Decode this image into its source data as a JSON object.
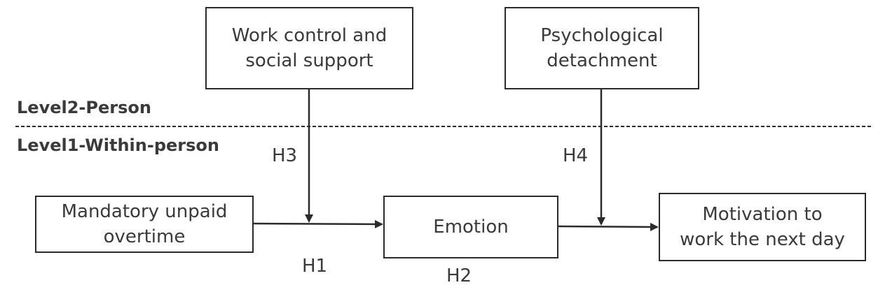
{
  "diagram": {
    "level2_label": "Level2-Person",
    "level1_label": "Level1-Within-person",
    "nodes": {
      "work_control": "Work control and\nsocial support",
      "detachment": "Psychological\ndetachment",
      "overtime": "Mandatory unpaid\novertime",
      "emotion": "Emotion",
      "motivation": "Motivation to\nwork the next day"
    },
    "hypotheses": {
      "h1": "H1",
      "h2": "H2",
      "h3": "H3",
      "h4": "H4"
    },
    "colors": {
      "line": "#2b2b2b",
      "text": "#3a3a3a"
    }
  }
}
